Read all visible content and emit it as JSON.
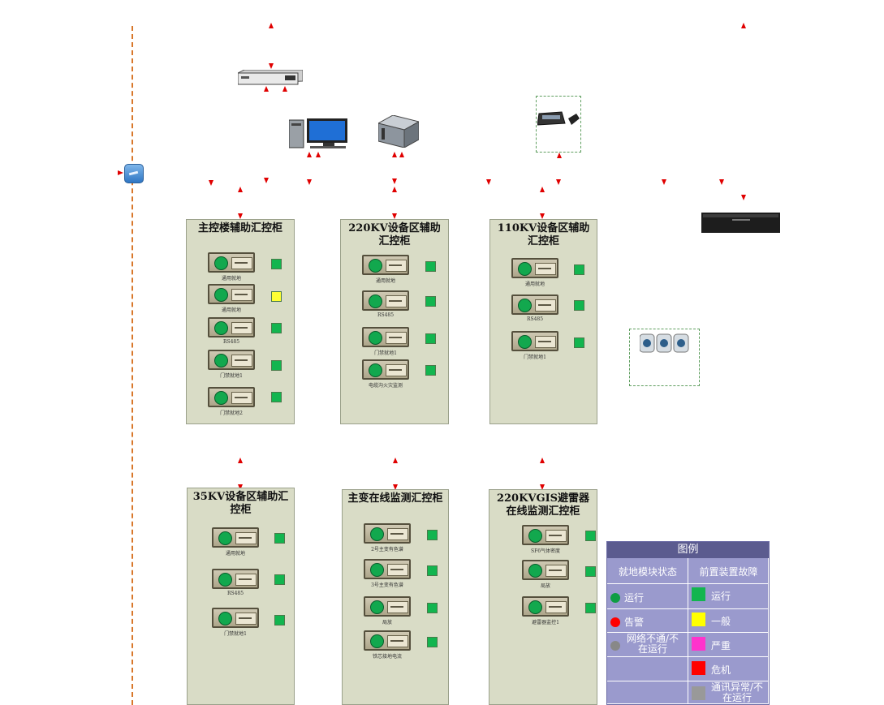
{
  "panels": {
    "main_control": {
      "title": "主控楼辅助汇控柜",
      "modules": [
        "通用就地",
        "通用就地",
        "RS485",
        "门禁就地1",
        "门禁就地2"
      ],
      "statuses": [
        "#12b54f",
        "#ffff33",
        "#12b54f",
        "#12b54f",
        "#12b54f"
      ]
    },
    "kv220": {
      "title": "220KV设备区辅助汇控柜",
      "modules": [
        "通用就地",
        "RS485",
        "门禁就地1",
        "电缆沟火灾监测"
      ],
      "statuses": [
        "#12b54f",
        "#12b54f",
        "#12b54f",
        "#12b54f"
      ]
    },
    "kv110": {
      "title": "110KV设备区辅助汇控柜",
      "modules": [
        "通用就地",
        "RS485",
        "门禁就地1"
      ],
      "statuses": [
        "#12b54f",
        "#12b54f",
        "#12b54f"
      ]
    },
    "kv35": {
      "title": "35KV设备区辅助汇控柜",
      "modules": [
        "通用就地",
        "RS485",
        "门禁就地1"
      ],
      "statuses": [
        "#12b54f",
        "#12b54f",
        "#12b54f"
      ]
    },
    "transformer": {
      "title": "主变在线监测汇控柜",
      "modules": [
        "2号主变有色谱",
        "3号主变有色谱",
        "局放",
        "铁芯接地电流"
      ],
      "statuses": [
        "#12b54f",
        "#12b54f",
        "#12b54f",
        "#12b54f"
      ]
    },
    "gis": {
      "title": "220KVGIS避雷器在线监测汇控柜",
      "modules": [
        "SF6气体密度",
        "局放",
        "避雷器监控1"
      ],
      "statuses": [
        "#12b54f",
        "#12b54f",
        "#12b54f"
      ]
    }
  },
  "legend": {
    "title": "图例",
    "left_header": "就地模块状态",
    "right_header": "前置装置故障",
    "left_items": [
      {
        "label": "运行",
        "color": "#0f9d43"
      },
      {
        "label": "告警",
        "color": "#ff0000"
      },
      {
        "label": "网络不通/不在运行",
        "color": "#888888"
      }
    ],
    "right_items": [
      {
        "label": "运行",
        "color": "#12b54f"
      },
      {
        "label": "一般",
        "color": "#ffff00"
      },
      {
        "label": "严重",
        "color": "#ff33cc"
      },
      {
        "label": "危机",
        "color": "#ff0000"
      },
      {
        "label": "通讯异常/不在运行",
        "color": "#999999"
      }
    ]
  },
  "devices": {
    "switch_icon": "network-switch-icon",
    "pc_icon": "workstation-icon",
    "server_icon": "server-icon",
    "controller_icon": "control-keyboard-icon",
    "nvr_icon": "nvr-recorder-icon",
    "camera_icon": "camera-group-icon"
  },
  "colors": {
    "bus_line": "#d8772a",
    "link_arrow": "#e00000",
    "panel_bg": "#d9dcc6",
    "legend_bg": "#9a9acd"
  }
}
